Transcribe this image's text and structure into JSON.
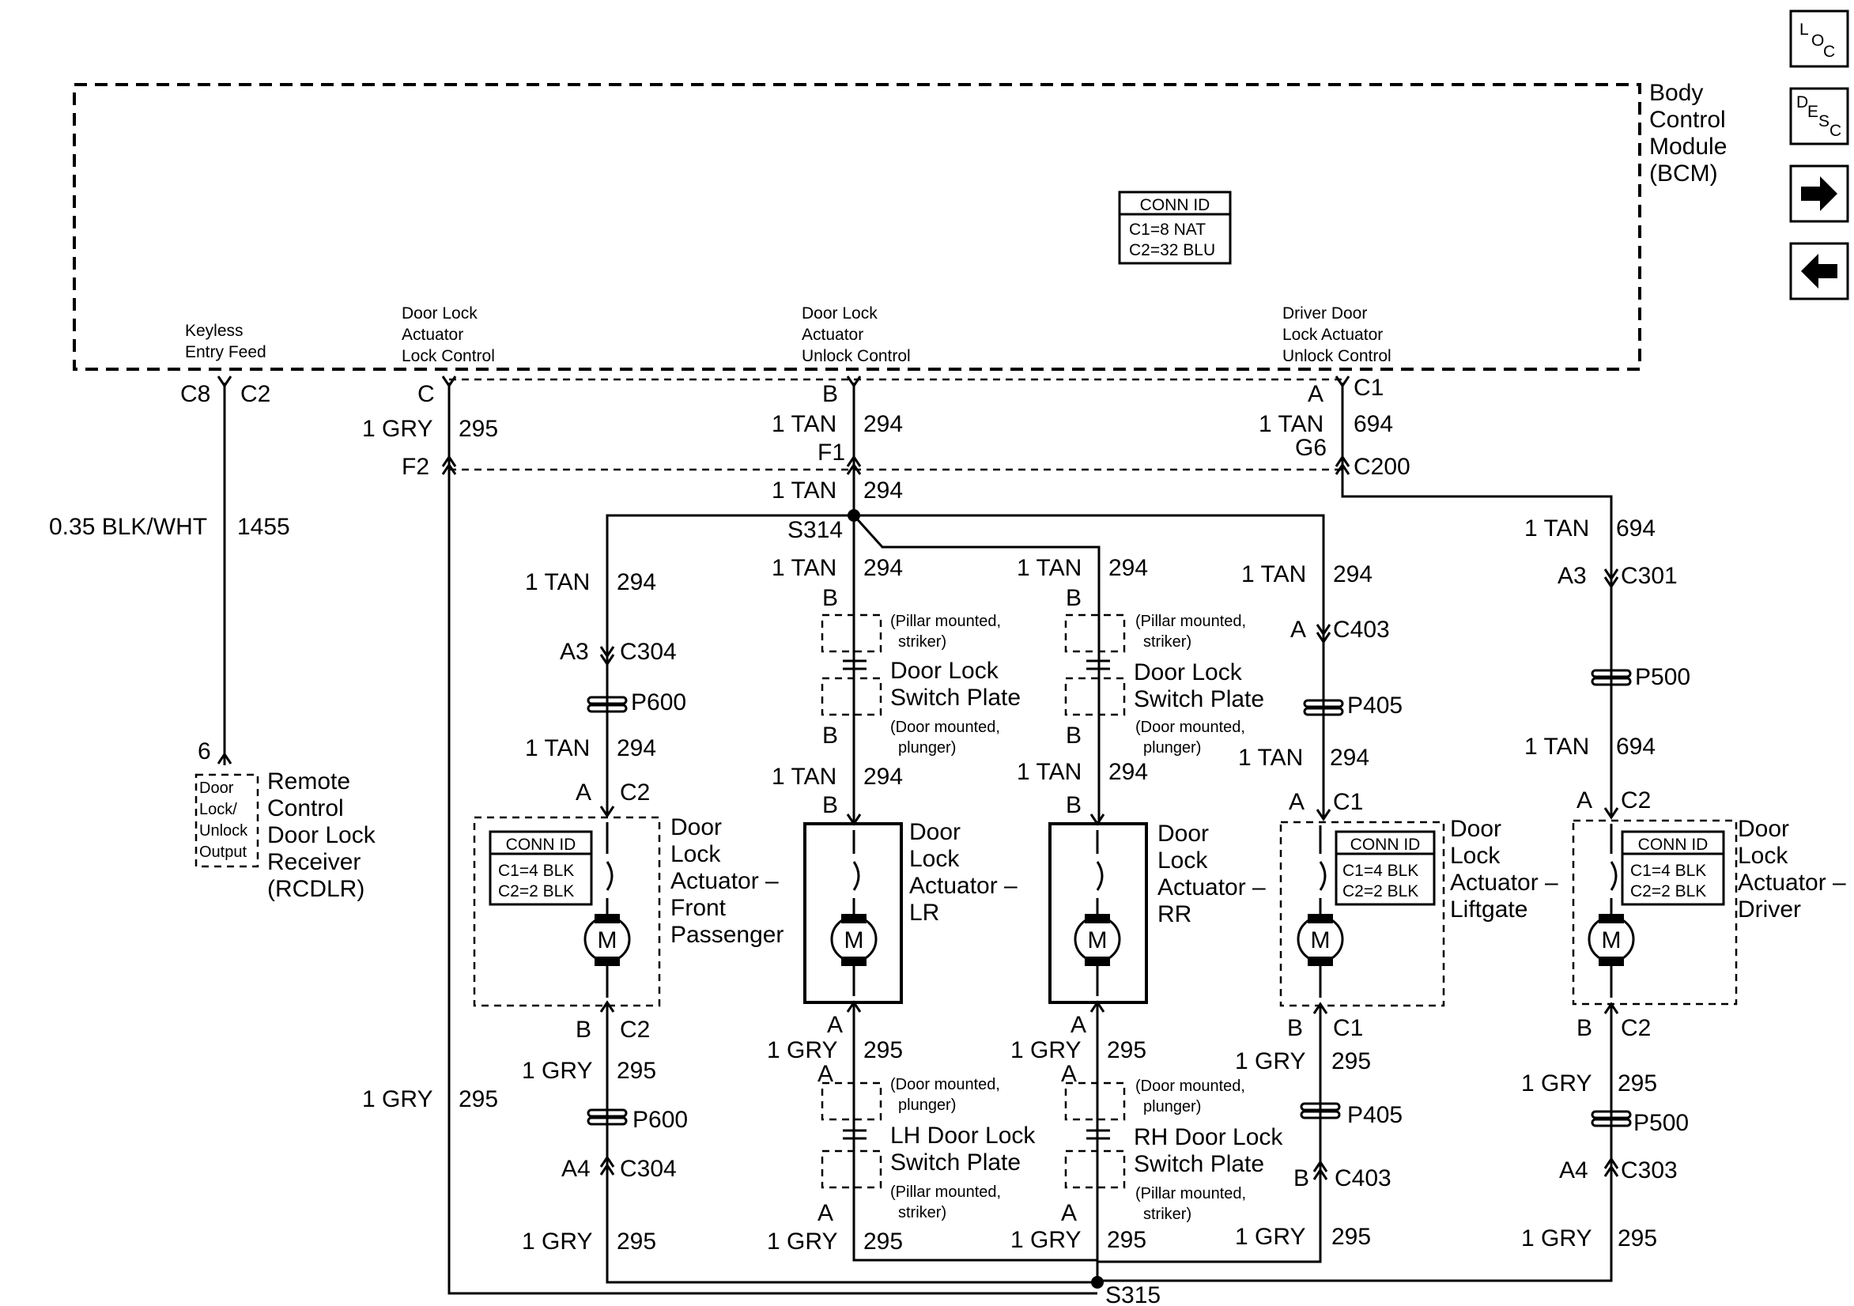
{
  "bcm": {
    "name": [
      "Body",
      "Control",
      "Module",
      "(BCM)"
    ],
    "conn_id": {
      "title": "CONN ID",
      "lines": [
        "C1=8 NAT",
        "C2=32 BLU"
      ]
    },
    "pins": {
      "keyless": [
        "Keyless",
        "Entry Feed"
      ],
      "lock": [
        "Door Lock",
        "Actuator",
        "Lock Control"
      ],
      "unlock": [
        "Door Lock",
        "Actuator",
        "Unlock Control"
      ],
      "driver": [
        "Driver Door",
        "Lock Actuator",
        "Unlock Control"
      ]
    }
  },
  "nav": {
    "loc": "LOC",
    "desc": "DESC",
    "forward": "→",
    "back": "←"
  },
  "labels": {
    "c8": "C8",
    "c2": "C2",
    "c": "C",
    "b": "B",
    "a": "A",
    "c1": "C1",
    "f1": "F1",
    "f2": "F2",
    "g6": "G6",
    "c200": "C200",
    "s314": "S314",
    "s315": "S315",
    "c304": "C304",
    "a3": "A3",
    "a4": "A4",
    "c301": "C301",
    "c303": "C303",
    "c403": "C403",
    "p600": "P600",
    "p500": "P500",
    "p405": "P405",
    "six": "6",
    "blkwht": "0.35 BLK/WHT",
    "n1455": "1455",
    "gry": "1 GRY",
    "tan": "1 TAN",
    "n295": "295",
    "n294": "294",
    "n694": "694"
  },
  "rcdlr": {
    "name": [
      "Remote",
      "Control",
      "Door Lock",
      "Receiver",
      "(RCDLR)"
    ],
    "inner": [
      "Door",
      "Lock/",
      "Unlock",
      "Output"
    ]
  },
  "actuators": {
    "front_passenger": [
      "Door",
      "Lock",
      "Actuator –",
      "Front",
      "Passenger"
    ],
    "lr": [
      "Door",
      "Lock",
      "Actuator –",
      "LR"
    ],
    "rr": [
      "Door",
      "Lock",
      "Actuator –",
      "RR"
    ],
    "liftgate": [
      "Door",
      "Lock",
      "Actuator –",
      "Liftgate"
    ],
    "driver": [
      "Door",
      "Lock",
      "Actuator –",
      "Driver"
    ]
  },
  "actuator_conn": {
    "title": "CONN ID",
    "lines": [
      "C1=4 BLK",
      "C2=2 BLK"
    ]
  },
  "motor": "M",
  "switches": {
    "upper_title": [
      "Door Lock",
      "Switch Plate"
    ],
    "lh_title": [
      "LH Door Lock",
      "Switch Plate"
    ],
    "rh_title": [
      "RH Door Lock",
      "Switch Plate"
    ],
    "pillar": [
      "(Pillar mounted,",
      "striker)"
    ],
    "door": [
      "(Door mounted,",
      "plunger)"
    ]
  }
}
